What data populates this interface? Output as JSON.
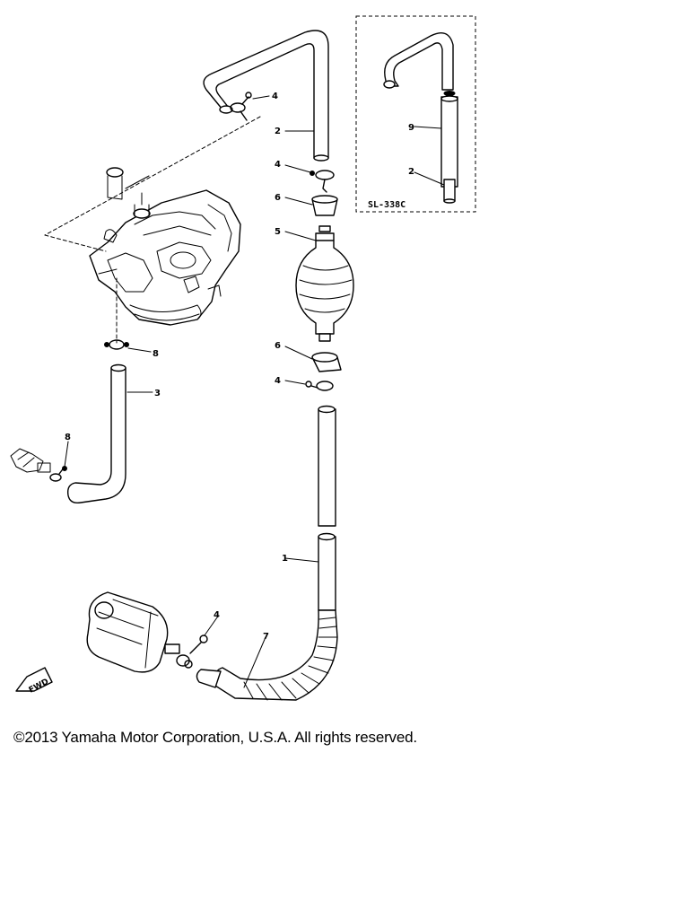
{
  "diagram": {
    "inset_code": "SL-338C",
    "fwd_marker": "FWD",
    "callouts": {
      "p1": "1",
      "p2": "2",
      "p2b": "2",
      "p3": "3",
      "p4a": "4",
      "p4b": "4",
      "p4c": "4",
      "p4d": "4",
      "p5": "5",
      "p6a": "6",
      "p6b": "6",
      "p7": "7",
      "p8a": "8",
      "p8b": "8",
      "p9": "9"
    }
  },
  "footer": {
    "copyright": "©2013 Yamaha Motor Corporation, U.S.A. All rights reserved."
  }
}
